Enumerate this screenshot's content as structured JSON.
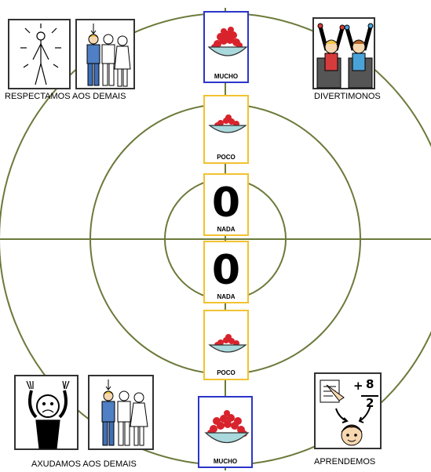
{
  "colors": {
    "ring": "#6b7a3a",
    "card_outer": "#2b35c9",
    "card_middle": "#f2c230",
    "berries": "#d8232c",
    "bowl": "#a9d9dc"
  },
  "cards": {
    "top_outer": "MUCHO",
    "top_middle": "POCO",
    "top_inner_number": "0",
    "top_inner": "NADA",
    "bottom_inner_number": "0",
    "bottom_inner": "NADA",
    "bottom_middle": "POCO",
    "bottom_outer": "MUCHO"
  },
  "quadrants": {
    "top_left": "RESPECTAMOS AOS DEMAIS",
    "top_right": "DIVERTIMONOS",
    "bottom_left": "AXUDAMOS AOS DEMAIS",
    "bottom_right": "APRENDEMOS"
  },
  "math_glyphs": {
    "plus": "+",
    "top": "8",
    "bottom": "2"
  }
}
